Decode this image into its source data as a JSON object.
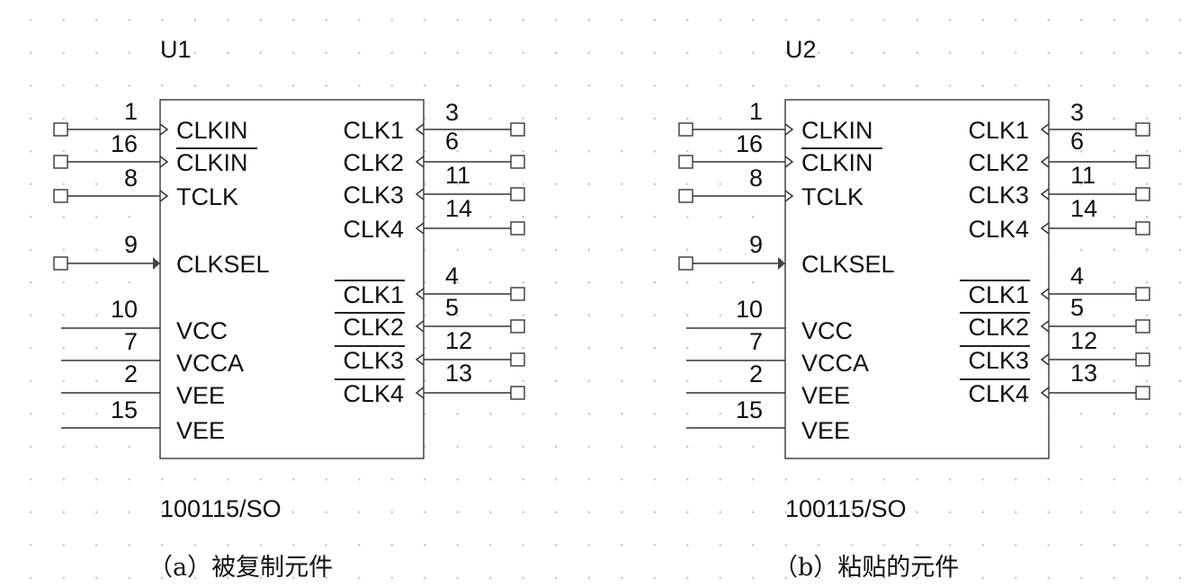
{
  "components": [
    {
      "designator": "U1",
      "part": "100115/SO",
      "caption": "（a）被复制元件",
      "left_pins": [
        {
          "num": "1",
          "name": "CLKIN",
          "overbar": false,
          "kind": "clock",
          "port": true
        },
        {
          "num": "16",
          "name": "CLKIN",
          "overbar": true,
          "kind": "clock",
          "port": true
        },
        {
          "num": "8",
          "name": "TCLK",
          "overbar": false,
          "kind": "clock",
          "port": true
        },
        {
          "num": "9",
          "name": "CLKSEL",
          "overbar": false,
          "kind": "input",
          "port": true
        },
        {
          "num": "10",
          "name": "VCC",
          "overbar": false,
          "kind": "power",
          "port": false
        },
        {
          "num": "7",
          "name": "VCCA",
          "overbar": false,
          "kind": "power",
          "port": false
        },
        {
          "num": "2",
          "name": "VEE",
          "overbar": false,
          "kind": "power",
          "port": false
        },
        {
          "num": "15",
          "name": "VEE",
          "overbar": false,
          "kind": "power",
          "port": false
        }
      ],
      "right_pins": [
        {
          "num": "3",
          "name": "CLK1",
          "overbar": false,
          "kind": "clock",
          "port": true
        },
        {
          "num": "6",
          "name": "CLK2",
          "overbar": false,
          "kind": "clock",
          "port": true
        },
        {
          "num": "11",
          "name": "CLK3",
          "overbar": false,
          "kind": "clock",
          "port": true
        },
        {
          "num": "14",
          "name": "CLK4",
          "overbar": false,
          "kind": "clock",
          "port": true
        },
        {
          "num": "4",
          "name": "CLK1",
          "overbar": true,
          "kind": "clock",
          "port": true
        },
        {
          "num": "5",
          "name": "CLK2",
          "overbar": true,
          "kind": "clock",
          "port": true
        },
        {
          "num": "12",
          "name": "CLK3",
          "overbar": true,
          "kind": "clock",
          "port": true
        },
        {
          "num": "13",
          "name": "CLK4",
          "overbar": true,
          "kind": "clock",
          "port": true
        }
      ]
    },
    {
      "designator": "U2",
      "part": "100115/SO",
      "caption": "（b）粘贴的元件",
      "left_pins": [
        {
          "num": "1",
          "name": "CLKIN",
          "overbar": false,
          "kind": "clock",
          "port": true
        },
        {
          "num": "16",
          "name": "CLKIN",
          "overbar": true,
          "kind": "clock",
          "port": true
        },
        {
          "num": "8",
          "name": "TCLK",
          "overbar": false,
          "kind": "clock",
          "port": true
        },
        {
          "num": "9",
          "name": "CLKSEL",
          "overbar": false,
          "kind": "input",
          "port": true
        },
        {
          "num": "10",
          "name": "VCC",
          "overbar": false,
          "kind": "power",
          "port": false
        },
        {
          "num": "7",
          "name": "VCCA",
          "overbar": false,
          "kind": "power",
          "port": false
        },
        {
          "num": "2",
          "name": "VEE",
          "overbar": false,
          "kind": "power",
          "port": false
        },
        {
          "num": "15",
          "name": "VEE",
          "overbar": false,
          "kind": "power",
          "port": false
        }
      ],
      "right_pins": [
        {
          "num": "3",
          "name": "CLK1",
          "overbar": false,
          "kind": "clock",
          "port": true
        },
        {
          "num": "6",
          "name": "CLK2",
          "overbar": false,
          "kind": "clock",
          "port": true
        },
        {
          "num": "11",
          "name": "CLK3",
          "overbar": false,
          "kind": "clock",
          "port": true
        },
        {
          "num": "14",
          "name": "CLK4",
          "overbar": false,
          "kind": "clock",
          "port": true
        },
        {
          "num": "4",
          "name": "CLK1",
          "overbar": true,
          "kind": "clock",
          "port": true
        },
        {
          "num": "5",
          "name": "CLK2",
          "overbar": true,
          "kind": "clock",
          "port": true
        },
        {
          "num": "12",
          "name": "CLK3",
          "overbar": true,
          "kind": "clock",
          "port": true
        },
        {
          "num": "13",
          "name": "CLK4",
          "overbar": true,
          "kind": "clock",
          "port": true
        }
      ]
    }
  ]
}
